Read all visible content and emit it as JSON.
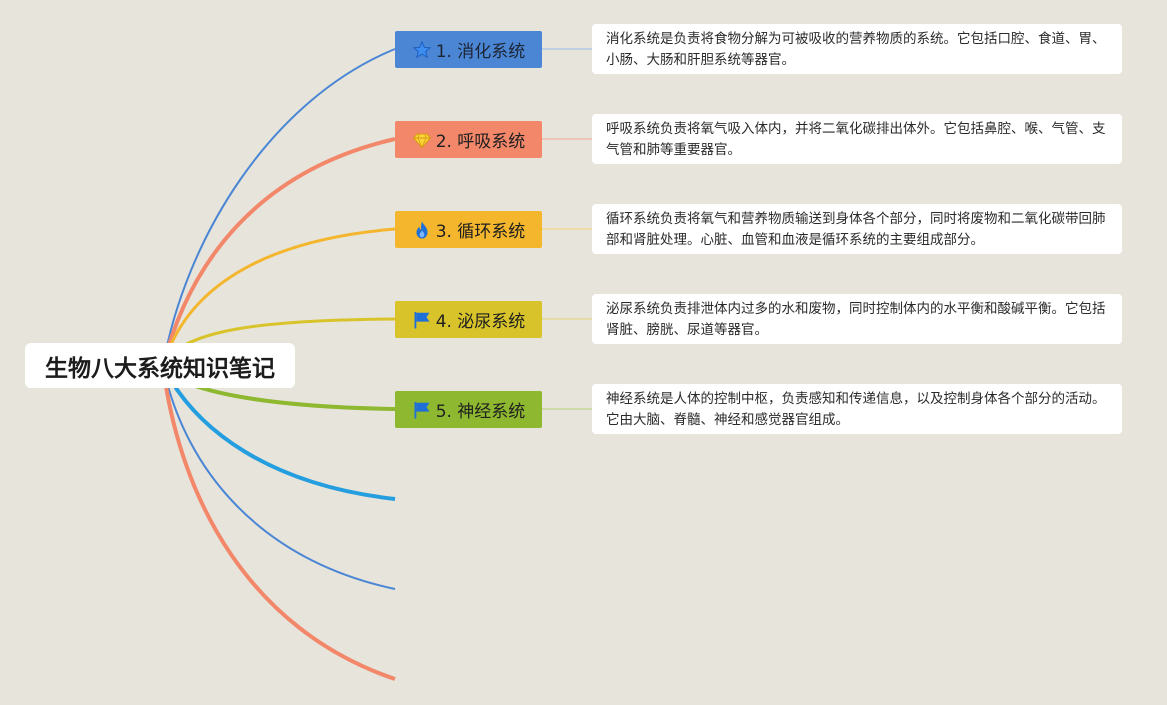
{
  "root": {
    "title": "生物八大系统知识笔记"
  },
  "topics": [
    {
      "label": "1. 消化系统",
      "icon": "star-icon",
      "color": "#4a86d4",
      "description": "消化系统是负责将食物分解为可被吸收的营养物质的系统。它包括口腔、食道、胃、小肠、大肠和肝胆系统等器官。"
    },
    {
      "label": "2. 呼吸系统",
      "icon": "diamond-icon",
      "color": "#f2876a",
      "description": "呼吸系统负责将氧气吸入体内，并将二氧化碳排出体外。它包括鼻腔、喉、气管、支气管和肺等重要器官。"
    },
    {
      "label": "3. 循环系统",
      "icon": "fire-icon",
      "color": "#f3b62c",
      "description": "循环系统负责将氧气和营养物质输送到身体各个部分，同时将废物和二氧化碳带回肺部和肾脏处理。心脏、血管和血液是循环系统的主要组成部分。"
    },
    {
      "label": "4. 泌尿系统",
      "icon": "flag-icon",
      "color": "#d8c42a",
      "description": "泌尿系统负责排泄体内过多的水和废物，同时控制体内的水平衡和酸碱平衡。它包括肾脏、膀胱、尿道等器官。"
    },
    {
      "label": "5. 神经系统",
      "icon": "flag-icon",
      "color": "#8db82f",
      "description": "神经系统是人体的控制中枢，负责感知和传递信息，以及控制身体各个部分的活动。它由大脑、脊髓、神经和感觉器官组成。"
    }
  ],
  "empty_branch_colors": [
    "#259ee0",
    "#4a86d4",
    "#f2876a"
  ],
  "colors": {
    "background": "#e7e4dc",
    "note_background": "#ffffff",
    "icon_blue": "#2d7de0",
    "icon_fire": "#1f6fd8"
  }
}
